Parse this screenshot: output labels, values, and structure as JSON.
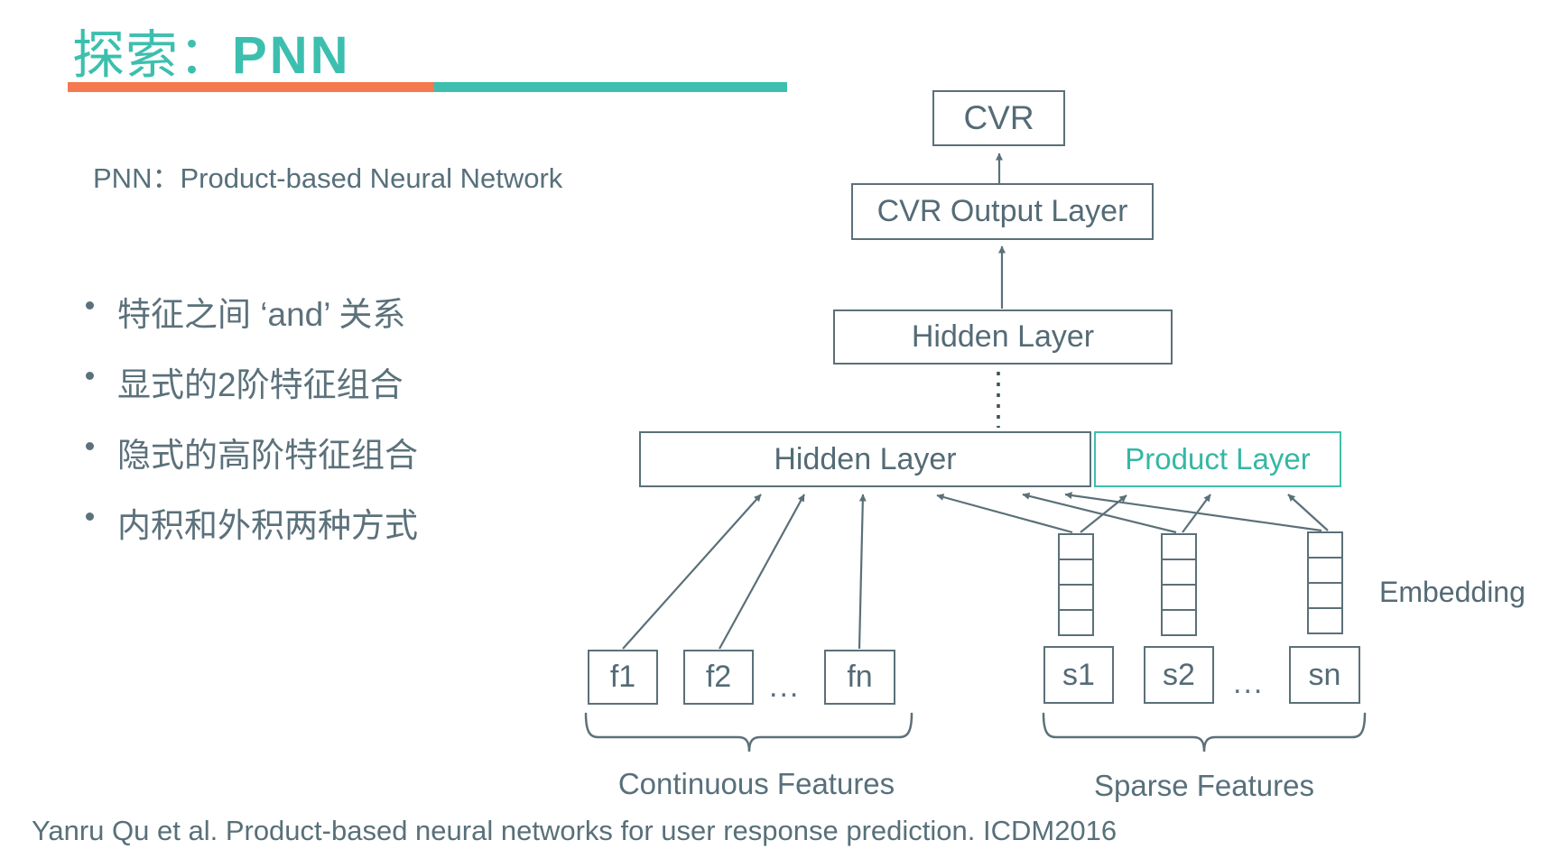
{
  "colors": {
    "teal": "#3cbfae",
    "orange": "#f4794e",
    "slate_line": "#5b7078",
    "slate_text": "#57707b",
    "product_teal": "#3fbfae"
  },
  "header": {
    "title_prefix": "探索：",
    "title_main": "PNN"
  },
  "intro": {
    "subtitle": "PNN：Product-based Neural Network"
  },
  "bullets": [
    "特征之间 ‘and’ 关系",
    "显式的2阶特征组合",
    "隐式的高阶特征组合",
    "内积和外积两种方式"
  ],
  "diagram": {
    "nodes": {
      "cvr": "CVR",
      "cvr_output": "CVR Output Layer",
      "hidden_top": "Hidden Layer",
      "hidden_main": "Hidden Layer",
      "product": "Product Layer"
    },
    "embedding_label": "Embedding",
    "continuous_inputs": [
      "f1",
      "f2",
      "...",
      "fn"
    ],
    "sparse_inputs": [
      "s1",
      "s2",
      "...",
      "sn"
    ],
    "group_labels": {
      "continuous": "Continuous Features",
      "sparse": "Sparse Features"
    }
  },
  "citation": "Yanru Qu et al. Product-based neural networks for user response prediction. ICDM2016"
}
